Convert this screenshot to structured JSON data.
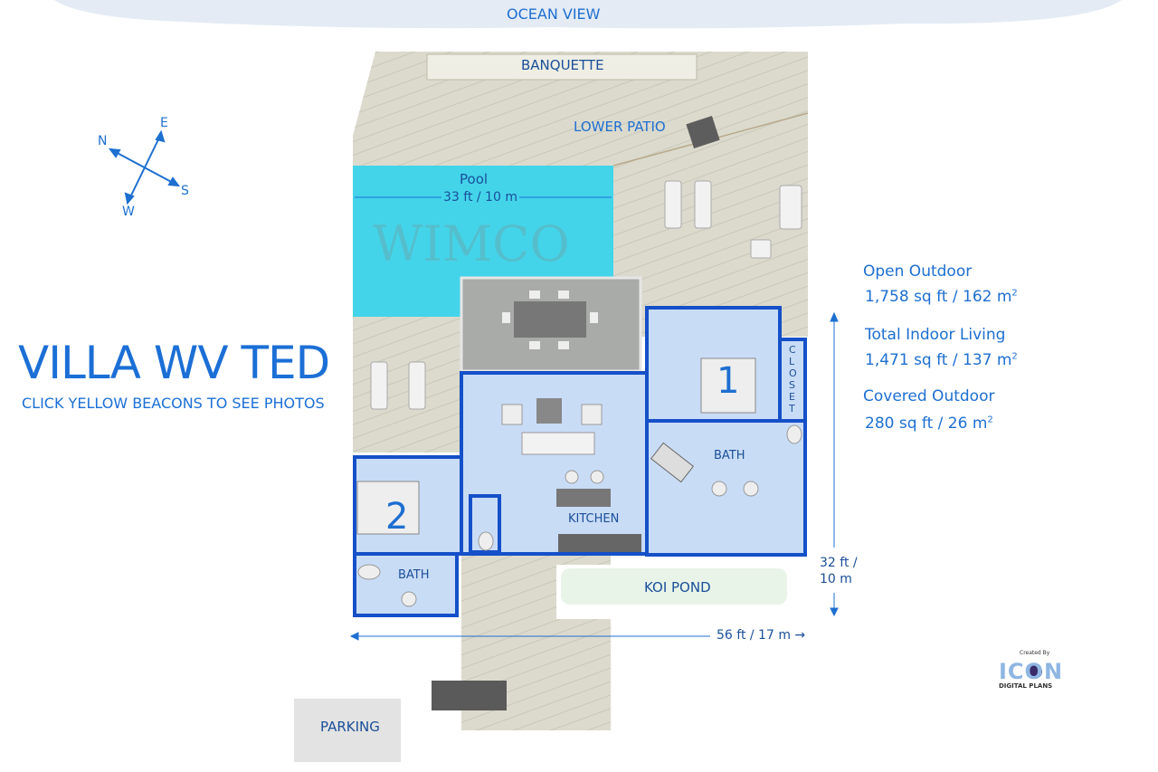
{
  "header": {
    "ocean_view": "OCEAN VIEW"
  },
  "title": "VILLA WV TED",
  "subtitle": "CLICK YELLOW BEACONS TO SEE PHOTOS",
  "compass": {
    "n": "N",
    "e": "E",
    "s": "S",
    "w": "W"
  },
  "areas": {
    "banquette": "BANQUETTE",
    "lower_patio": "LOWER PATIO",
    "pool": "Pool",
    "pool_size": "33 ft / 10 m",
    "watermark": "WIMCO",
    "bedroom1_number": "1",
    "bedroom2_number": "2",
    "closet": "CLOSET",
    "bath": "BATH",
    "kitchen": "KITCHEN",
    "koi_pond": "KOI POND",
    "parking": "PARKING"
  },
  "dimensions": {
    "width": "56 ft / 17 m →",
    "depth_ft": "32 ft /",
    "depth_m": "10 m"
  },
  "stats": [
    {
      "label": "Open Outdoor",
      "value": "1,758 sq ft / 162 m",
      "sup": "2"
    },
    {
      "label": "Total Indoor Living",
      "value": "1,471 sq ft / 137 m",
      "sup": "2"
    },
    {
      "label": "Covered Outdoor",
      "value": "280 sq ft / 26 m",
      "sup": "2"
    }
  ],
  "credit": {
    "created_by": "Created By",
    "brand": "ICON",
    "brand_sub": "DIGITAL PLANS"
  },
  "colors": {
    "accent": "#1d6fd1",
    "wall": "#1550c8",
    "room": "#c9dcf6",
    "pool": "#41d3ea",
    "deck": "#d9d8cc"
  }
}
